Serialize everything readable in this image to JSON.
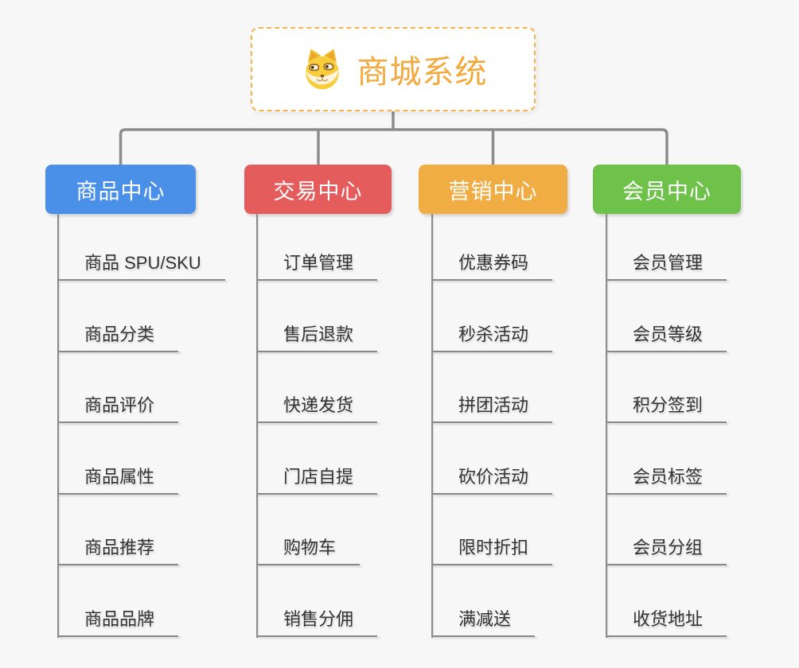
{
  "theme": {
    "bg": "#f7f7f7",
    "line": "#8c8c8c",
    "leaf-text": "#333333",
    "accent-orange": "#f2a93d",
    "root-border": "#f5b54a"
  },
  "connectors": {
    "color": "#8c8c8c"
  },
  "root": {
    "title": "商城系统",
    "icon": "doge-icon"
  },
  "branches": [
    {
      "label": "商品中心",
      "color": "#4a90e8",
      "children": [
        "商品 SPU/SKU",
        "商品分类",
        "商品评价",
        "商品属性",
        "商品推荐",
        "商品品牌"
      ]
    },
    {
      "label": "交易中心",
      "color": "#e45c5c",
      "children": [
        "订单管理",
        "售后退款",
        "快递发货",
        "门店自提",
        "购物车",
        "销售分佣"
      ]
    },
    {
      "label": "营销中心",
      "color": "#f0ad43",
      "children": [
        "优惠券码",
        "秒杀活动",
        "拼团活动",
        "砍价活动",
        "限时折扣",
        "满减送"
      ]
    },
    {
      "label": "会员中心",
      "color": "#6ec24a",
      "children": [
        "会员管理",
        "会员等级",
        "积分签到",
        "会员标签",
        "会员分组",
        "收货地址"
      ]
    }
  ]
}
